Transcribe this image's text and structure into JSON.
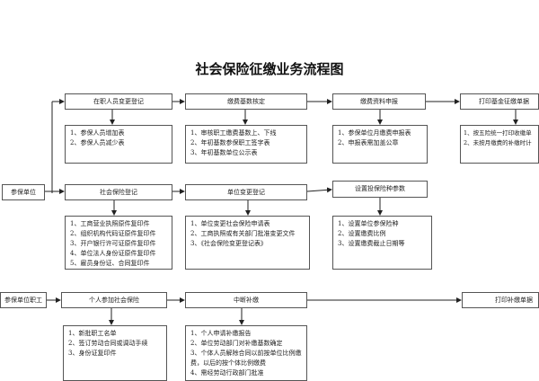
{
  "title": "社会保险征缴业务流程图",
  "row1": {
    "headers": [
      "在职人员变更登记",
      "缴费基数核定",
      "缴费资料申报",
      "打印基金征缴单据"
    ],
    "details": [
      [
        "1、参保人员增加表",
        "2、参保人员减少表"
      ],
      [
        "1、审核职工缴费基数上、下线",
        "2、年初基数参保职工签字表",
        "3、年初基数单位公示表"
      ],
      [
        "1、参保单位月缴费申报表",
        "2、申报表需加盖公章"
      ],
      [
        "1、按五险统一打印收缴单",
        "2、未按月缴费的补缴时计"
      ]
    ]
  },
  "start_unit": "参保单位",
  "row2": {
    "headers": [
      "社会保险登记",
      "单位变更登记",
      "设置投保险种参数"
    ],
    "details": [
      [
        "1、工商营业执照原件复印件",
        "2、组织机构代码证原件复印件",
        "3、开户银行许可证原件复印件",
        "4、单位法人身份证原件复印件",
        "5、雇员身份证、合同复印件"
      ],
      [
        "1、单位变更社会保险申请表",
        "2、工商执照或有关部门批准变更文件",
        "3、《社会保险变更登记表》"
      ],
      [
        "1、设置单位参保险种",
        "2、设置缴费比例",
        "3、设置缴费截止日期等"
      ]
    ]
  },
  "start_staff": "参保单位职工",
  "row3": {
    "headers": [
      "个人参加社会保险",
      "中断补缴",
      "打印补缴单据"
    ],
    "details": [
      [
        "1、新批职工名单",
        "2、签订劳动合同或调动手续",
        "3、身份证复印件"
      ],
      [
        "1、个人申请补缴报告",
        "2、单位劳动部门对补缴基数确定",
        "3、个体人员解除合同以前按单位比例缴费，以后的按个体比例缴费",
        "4、需经劳动行政部门批准"
      ]
    ]
  }
}
